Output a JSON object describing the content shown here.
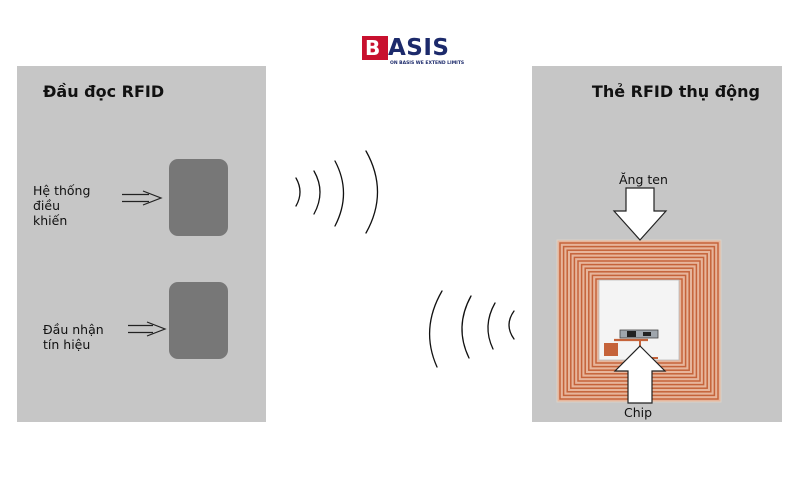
{
  "logo": {
    "mark": "B",
    "text": "ASIS",
    "tagline": "ON BASIS WE EXTEND LIMITS"
  },
  "reader": {
    "title": "Đầu đọc RFID",
    "controller_lines": [
      "Hệ thống",
      "điều",
      "khiến"
    ],
    "receiver_lines": [
      "Đầu nhận",
      "tín hiệu"
    ]
  },
  "tag": {
    "title": "Thẻ RFID thụ động",
    "antenna_label": "Ăng ten",
    "chip_label": "Chip"
  },
  "colors": {
    "panel": "#c6c6c6",
    "block": "#777777",
    "copper": "#c5633a",
    "logo_red": "#c8102e",
    "logo_navy": "#1c2a6b"
  }
}
